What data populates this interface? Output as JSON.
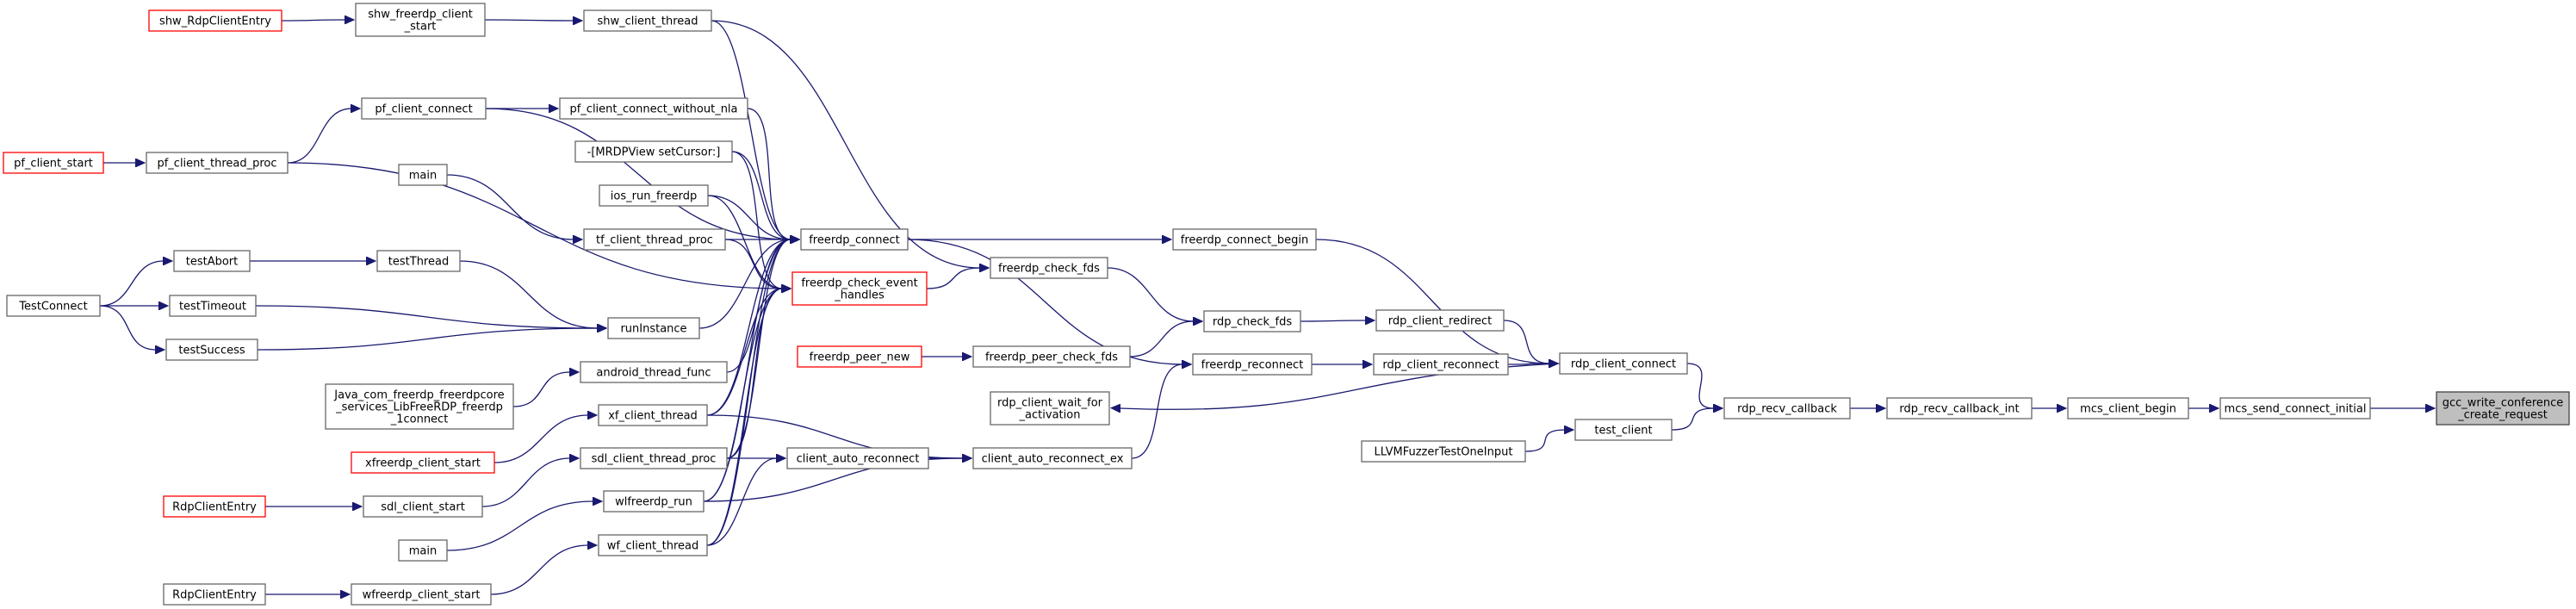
{
  "graph": {
    "root": "gcc_write_conference_create_request",
    "nodes": {
      "gcc_write_conference_create_request": {
        "lines": [
          "gcc_write_conference",
          "_create_request"
        ],
        "style": "root"
      },
      "mcs_send_connect_initial": {
        "lines": [
          "mcs_send_connect_initial"
        ],
        "style": "normal"
      },
      "mcs_client_begin": {
        "lines": [
          "mcs_client_begin"
        ],
        "style": "normal"
      },
      "rdp_recv_callback_int": {
        "lines": [
          "rdp_recv_callback_int"
        ],
        "style": "normal"
      },
      "rdp_recv_callback": {
        "lines": [
          "rdp_recv_callback"
        ],
        "style": "normal"
      },
      "rdp_client_connect": {
        "lines": [
          "rdp_client_connect"
        ],
        "style": "normal"
      },
      "test_client": {
        "lines": [
          "test_client"
        ],
        "style": "normal"
      },
      "LLVMFuzzerTestOneInput": {
        "lines": [
          "LLVMFuzzerTestOneInput"
        ],
        "style": "normal"
      },
      "freerdp_connect_begin": {
        "lines": [
          "freerdp_connect_begin"
        ],
        "style": "normal"
      },
      "rdp_client_redirect": {
        "lines": [
          "rdp_client_redirect"
        ],
        "style": "normal"
      },
      "rdp_client_reconnect": {
        "lines": [
          "rdp_client_reconnect"
        ],
        "style": "normal"
      },
      "rdp_client_wait_for_activation": {
        "lines": [
          "rdp_client_wait_for",
          "_activation"
        ],
        "style": "normal"
      },
      "rdp_check_fds": {
        "lines": [
          "rdp_check_fds"
        ],
        "style": "normal"
      },
      "freerdp_reconnect": {
        "lines": [
          "freerdp_reconnect"
        ],
        "style": "normal"
      },
      "freerdp_check_fds": {
        "lines": [
          "freerdp_check_fds"
        ],
        "style": "normal"
      },
      "freerdp_peer_check_fds": {
        "lines": [
          "freerdp_peer_check_fds"
        ],
        "style": "normal"
      },
      "freerdp_peer_new": {
        "lines": [
          "freerdp_peer_new"
        ],
        "style": "red"
      },
      "client_auto_reconnect_ex": {
        "lines": [
          "client_auto_reconnect_ex"
        ],
        "style": "normal"
      },
      "client_auto_reconnect": {
        "lines": [
          "client_auto_reconnect"
        ],
        "style": "normal"
      },
      "freerdp_connect": {
        "lines": [
          "freerdp_connect"
        ],
        "style": "normal"
      },
      "freerdp_check_event_handles": {
        "lines": [
          "freerdp_check_event",
          "_handles"
        ],
        "style": "red"
      },
      "shw_client_thread": {
        "lines": [
          "shw_client_thread"
        ],
        "style": "normal"
      },
      "shw_freerdp_client_start": {
        "lines": [
          "shw_freerdp_client",
          "_start"
        ],
        "style": "normal"
      },
      "shw_RdpClientEntry": {
        "lines": [
          "shw_RdpClientEntry"
        ],
        "style": "red"
      },
      "pf_client_connect_without_nla": {
        "lines": [
          "pf_client_connect_without_nla"
        ],
        "style": "normal"
      },
      "pf_client_connect": {
        "lines": [
          "pf_client_connect"
        ],
        "style": "normal"
      },
      "pf_client_thread_proc": {
        "lines": [
          "pf_client_thread_proc"
        ],
        "style": "normal"
      },
      "pf_client_start": {
        "lines": [
          "pf_client_start"
        ],
        "style": "red"
      },
      "MRDPView_setCursor": {
        "lines": [
          "-[MRDPView setCursor:]"
        ],
        "style": "normal"
      },
      "ios_run_freerdp": {
        "lines": [
          "ios_run_freerdp"
        ],
        "style": "normal"
      },
      "tf_client_thread_proc": {
        "lines": [
          "tf_client_thread_proc"
        ],
        "style": "normal"
      },
      "main_1": {
        "lines": [
          "main"
        ],
        "style": "normal"
      },
      "runInstance": {
        "lines": [
          "runInstance"
        ],
        "style": "normal"
      },
      "testThread": {
        "lines": [
          "testThread"
        ],
        "style": "normal"
      },
      "testAbort": {
        "lines": [
          "testAbort"
        ],
        "style": "normal"
      },
      "testTimeout": {
        "lines": [
          "testTimeout"
        ],
        "style": "normal"
      },
      "testSuccess": {
        "lines": [
          "testSuccess"
        ],
        "style": "normal"
      },
      "TestConnect": {
        "lines": [
          "TestConnect"
        ],
        "style": "normal"
      },
      "android_thread_func": {
        "lines": [
          "android_thread_func"
        ],
        "style": "normal"
      },
      "Java_connect": {
        "lines": [
          "Java_com_freerdp_freerdpcore",
          "_services_LibFreeRDP_freerdp",
          "_1connect"
        ],
        "style": "normal"
      },
      "xf_client_thread": {
        "lines": [
          "xf_client_thread"
        ],
        "style": "normal"
      },
      "xfreerdp_client_start": {
        "lines": [
          "xfreerdp_client_start"
        ],
        "style": "red"
      },
      "sdl_client_thread_proc": {
        "lines": [
          "sdl_client_thread_proc"
        ],
        "style": "normal"
      },
      "sdl_client_start": {
        "lines": [
          "sdl_client_start"
        ],
        "style": "normal"
      },
      "RdpClientEntry_1": {
        "lines": [
          "RdpClientEntry"
        ],
        "style": "red"
      },
      "wlfreerdp_run": {
        "lines": [
          "wlfreerdp_run"
        ],
        "style": "normal"
      },
      "main_2": {
        "lines": [
          "main"
        ],
        "style": "normal"
      },
      "wf_client_thread": {
        "lines": [
          "wf_client_thread"
        ],
        "style": "normal"
      },
      "wfreerdp_client_start": {
        "lines": [
          "wfreerdp_client_start"
        ],
        "style": "normal"
      },
      "RdpClientEntry_2": {
        "lines": [
          "RdpClientEntry"
        ],
        "style": "normal"
      }
    }
  }
}
